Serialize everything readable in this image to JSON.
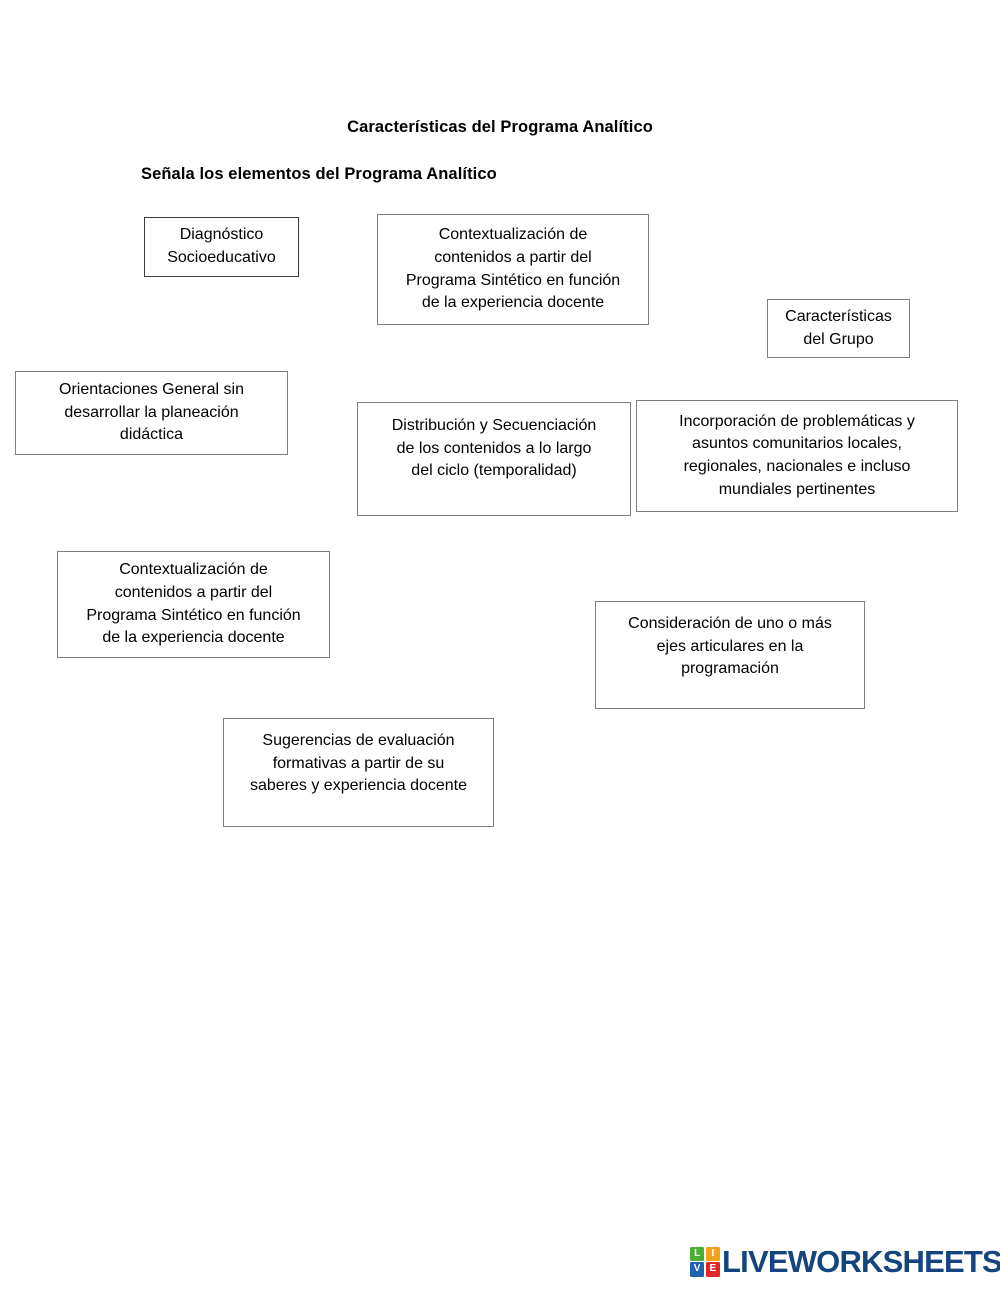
{
  "worksheet": {
    "title": "Características del Programa Analítico",
    "subtitle": "Señala los elementos del Programa Analítico"
  },
  "boxes": [
    {
      "id": "diagnostico-socioeducativo",
      "text": "Diagnóstico\nSocioeducativo"
    },
    {
      "id": "contextualizacion-contenidos-top",
      "text": "Contextualización de\ncontenidos a partir del\nPrograma Sintético en función\nde la experiencia docente"
    },
    {
      "id": "caracteristicas-del-grupo",
      "text": "Características\ndel Grupo"
    },
    {
      "id": "orientaciones-general",
      "text": "Orientaciones General sin\ndesarrollar la planeación\ndidáctica"
    },
    {
      "id": "distribucion-secuenciacion",
      "text": "Distribución y Secuenciación\nde los contenidos  a lo largo\ndel ciclo (temporalidad)"
    },
    {
      "id": "incorporacion-problematicas",
      "text": "Incorporación de problemáticas y\nasuntos comunitarios locales,\nregionales, nacionales e incluso\nmundiales pertinentes"
    },
    {
      "id": "contextualizacion-contenidos-bottom",
      "text": "Contextualización de\ncontenidos a partir del\nPrograma Sintético en función\nde la experiencia docente"
    },
    {
      "id": "consideracion-ejes-articuladores",
      "text": "Consideración de uno o más\nejes articulares en la\nprogramación"
    },
    {
      "id": "sugerencias-evaluacion",
      "text": "Sugerencias de evaluación\nformativas a partir de su\nsaberes y experiencia docente"
    }
  ],
  "logo": {
    "tiles": [
      "L",
      "I",
      "V",
      "E"
    ],
    "wordmark": "LIVEWORKSHEETS",
    "colors": {
      "l": "#4caf35",
      "i": "#f2a31b",
      "v": "#1c63b0",
      "e": "#e0252b",
      "word": "#14457e"
    }
  }
}
